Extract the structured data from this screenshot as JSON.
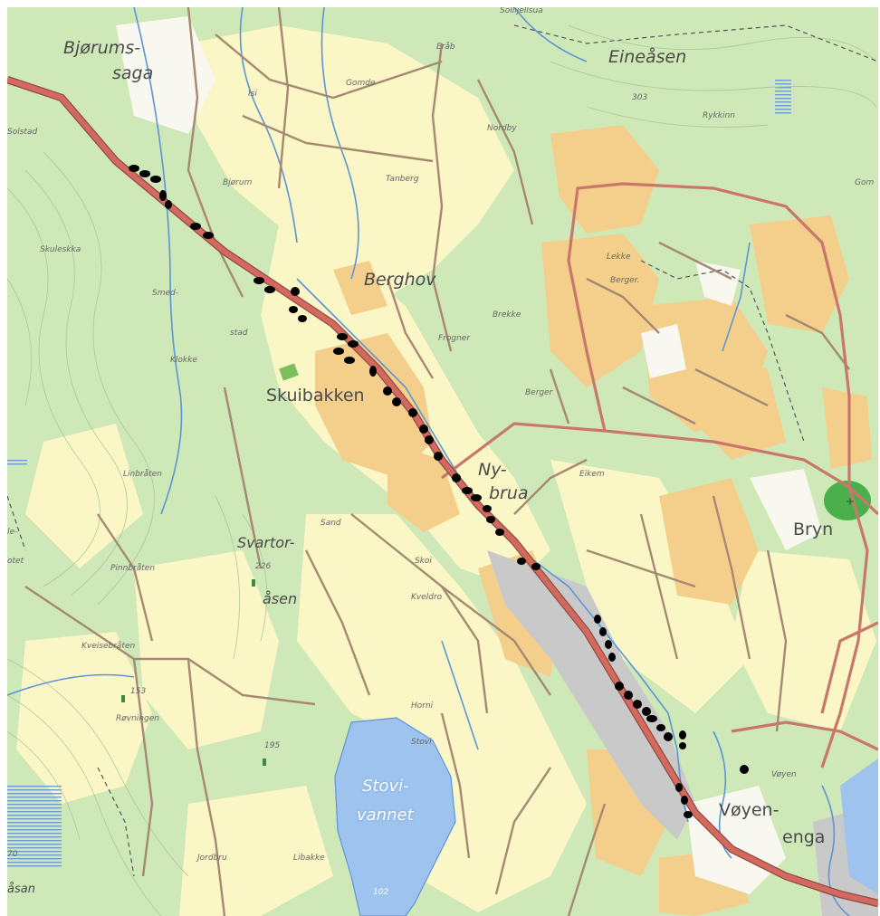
{
  "map": {
    "colors": {
      "forest": "#cfe8b8",
      "open_land": "#fbf6c6",
      "farmland": "#f4cf8c",
      "urban": "#f0c07a",
      "water": "#9dc3ee",
      "main_road": "#d46a5f",
      "road": "#a58972",
      "stream": "#5c95d6",
      "track_marker": "#000000",
      "industrial": "#c9c9c9"
    },
    "places": {
      "bjorumssaga_1": "Bjørums-",
      "bjorumssaga_2": "saga",
      "eineasen": "Eineåsen",
      "berghov": "Berghov",
      "skuibakken": "Skuibakken",
      "nybrua_1": "Ny-",
      "nybrua_2": "brua",
      "svartorasen_1": "Svartor-",
      "svartorasen_2": "åsen",
      "bryn": "Bryn",
      "voyenenga_1": "Vøyen-",
      "voyenenga_2": "enga",
      "stovivannet_1": "Stovi-",
      "stovivannet_2": "vannet"
    },
    "small_labels": {
      "sollijellsua": "Sollijellsua",
      "erab": "Eråb",
      "gomde": "Gomde",
      "isi": "Isi",
      "nordby": "Nordby",
      "rykkinn": "Rykkinn",
      "gom": "Gom",
      "solstad": "Solstad",
      "bjorum": "Bjørum",
      "tanberg": "Tanberg",
      "skuleskka": "Skuleskka",
      "smed": "Smed-",
      "stad": "stad",
      "lekke": "Lekke",
      "berger_n": "Berger.",
      "brekke": "Brekke",
      "frogner": "Frogner",
      "klokke": "Klokke",
      "berger": "Berger",
      "linbraten": "Linbråten",
      "eikem": "Eikem",
      "sand": "Sand",
      "skoi": "Skoi",
      "pinnbraten": "Pinnbråten",
      "kveldro": "Kveldro",
      "kveisebraten": "Kveisebråten",
      "rovningen": "Røvningen",
      "horni": "Horni",
      "stovi": "Stovi",
      "voyen": "Vøyen",
      "jordbru": "Jordbru",
      "libakke": "Libakke",
      "asan": "åsan",
      "le": "le-",
      "otet": "otet"
    },
    "elevations": {
      "e303": "303",
      "e226": "226",
      "e153": "153",
      "e195": "195",
      "e102": "102",
      "e70": "70"
    }
  }
}
